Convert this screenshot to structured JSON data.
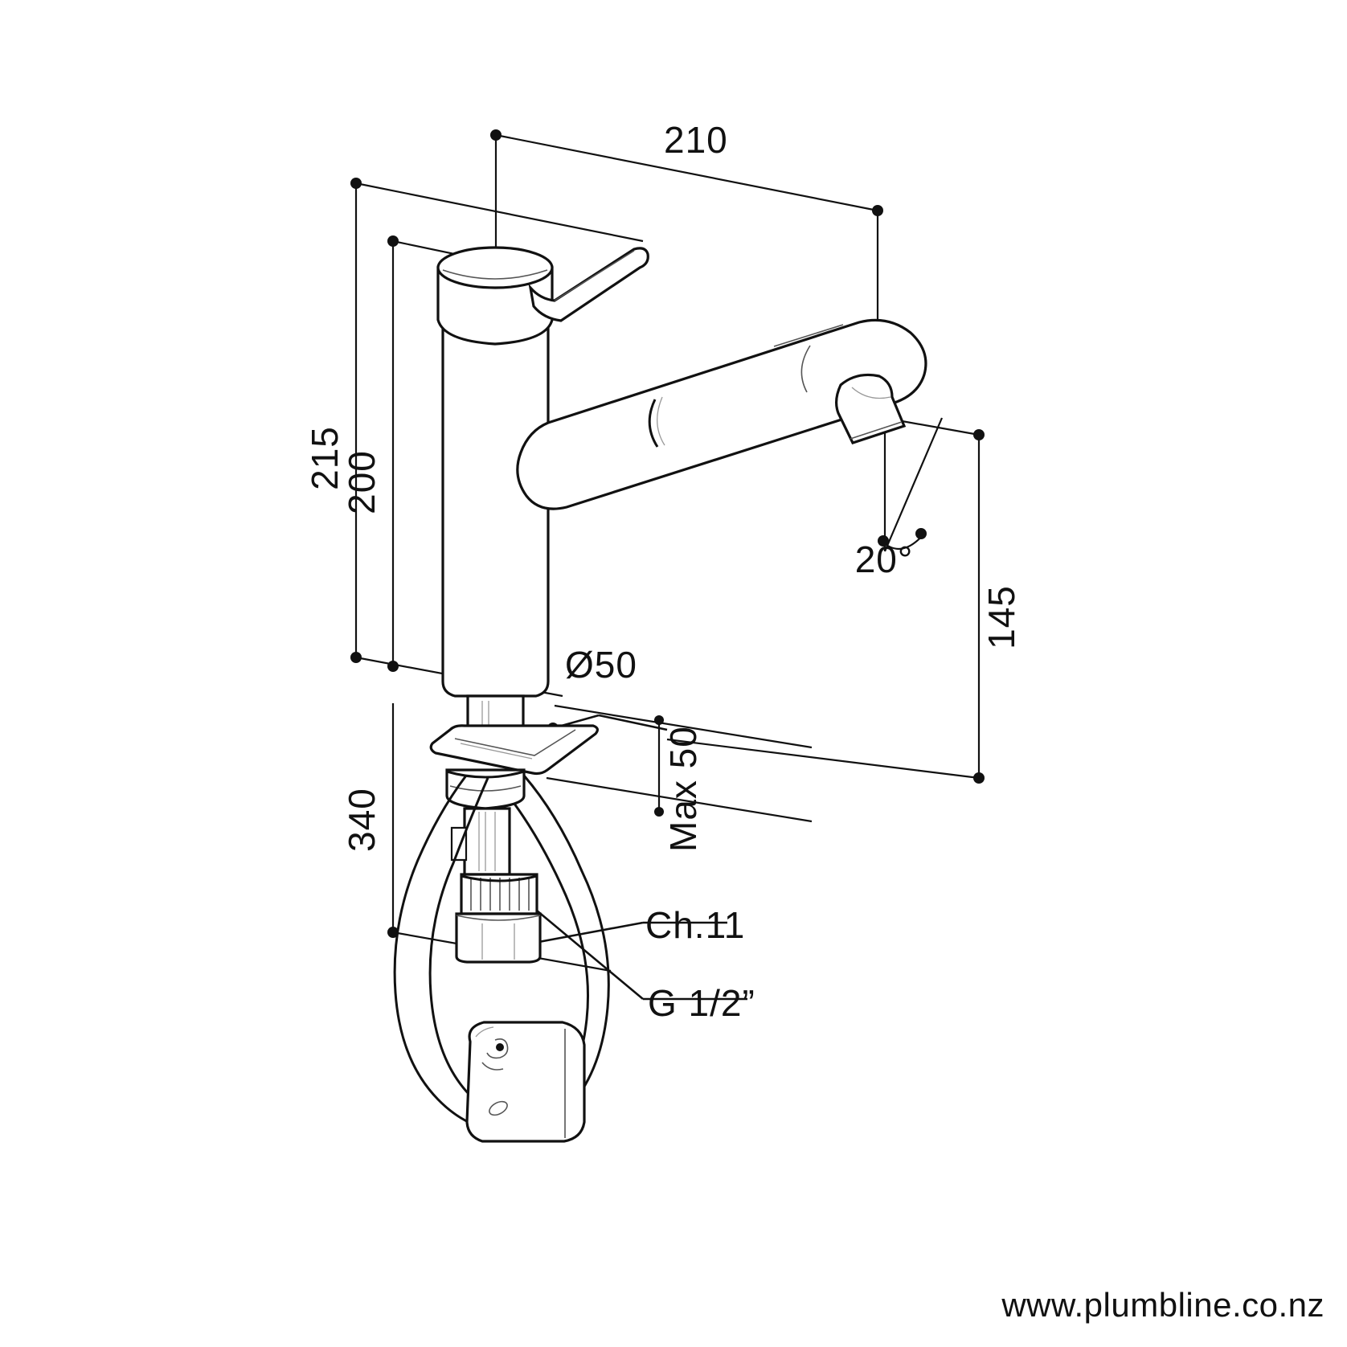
{
  "document": {
    "type": "technical-dimension-drawing",
    "subject": "Pull-out kitchen mixer tap",
    "units": "mm",
    "background_color": "#ffffff",
    "line_color": "#111111"
  },
  "dimensions": {
    "spout_reach": {
      "label": "210",
      "name": "spout-reach"
    },
    "overall_height": {
      "label": "215",
      "name": "overall-height"
    },
    "spout_height": {
      "label": "200",
      "name": "spout-height"
    },
    "outlet_height": {
      "label": "145",
      "name": "outlet-height"
    },
    "body_diameter": {
      "label": "Ø50",
      "name": "body-diameter"
    },
    "bench_thickness": {
      "label": "Max 50",
      "name": "max-bench-thickness"
    },
    "tail_length": {
      "label": "340",
      "name": "tail-length"
    },
    "outlet_angle": {
      "label": "20°",
      "name": "outlet-angle"
    }
  },
  "callouts": {
    "spanner_size": {
      "label": "Ch.11",
      "name": "spanner-size-callout"
    },
    "thread_size": {
      "label": "G 1/2”",
      "name": "thread-size-callout"
    }
  },
  "footer": {
    "website": "www.plumbline.co.nz"
  }
}
